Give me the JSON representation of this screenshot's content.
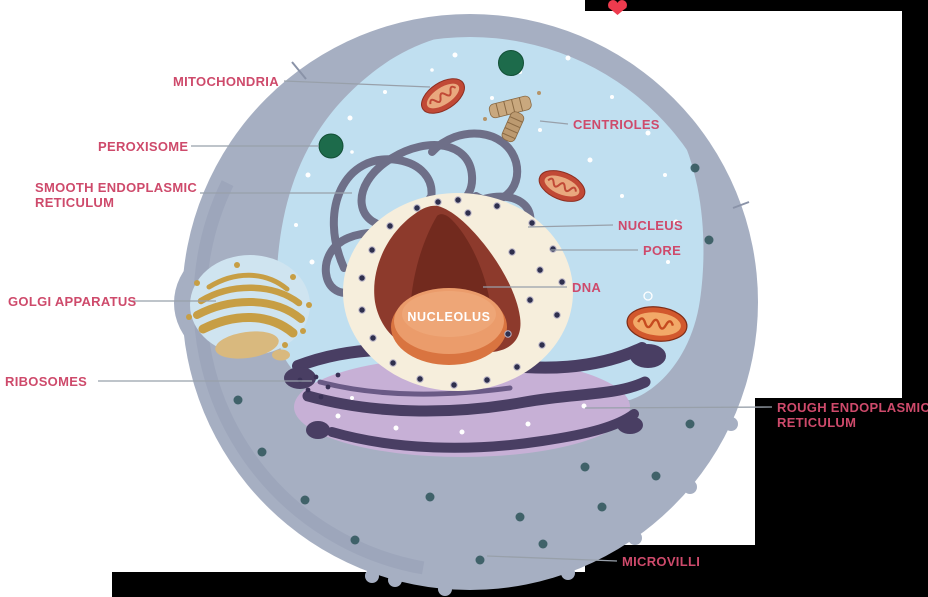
{
  "labels": {
    "mitochondria": "MITOCHONDRIA",
    "peroxisome": "PEROXISOME",
    "smooth_er": "SMOOTH ENDOPLASMIC RETICULUM",
    "golgi_apparatus": "GOLGI APPARATUS",
    "ribosomes": "RIBOSOMES",
    "centrioles": "CENTRIOLES",
    "nucleus": "NUCLEUS",
    "pore": "PORE",
    "dna": "DNA",
    "nucleolus": "NUCLEOLUS",
    "rough_er": "ROUGH ENDOPLASMIC RETICULUM",
    "microvilli": "MICROVILLI"
  },
  "colors": {
    "label_text": "#ce4a6b",
    "nucleolus_text": "#ffffff",
    "cell_body_gray": "#a6afc2",
    "cytoplasm_blue": "#c0dff0",
    "lobe_blue": "#cfe4f0",
    "nucleus_cream": "#f6eedc",
    "nuclear_pore": "#2e2f4d",
    "dna_dark_red": "#8d3a2c",
    "nucleolus_orange": "#eb9c6b",
    "rough_er_purple": "#493e63",
    "rough_er_lavender": "#c7b0d6",
    "smooth_er_gray": "#6e6f88",
    "mitochondria_red": "#c14936",
    "peroxisome_green": "#1d6b4b",
    "golgi_gold": "#c79e44",
    "centriole_tan": "#c9a87e",
    "background_black": "#000000",
    "logo_red": "#ee3b4e",
    "connector_gray": "#98a0aa"
  }
}
